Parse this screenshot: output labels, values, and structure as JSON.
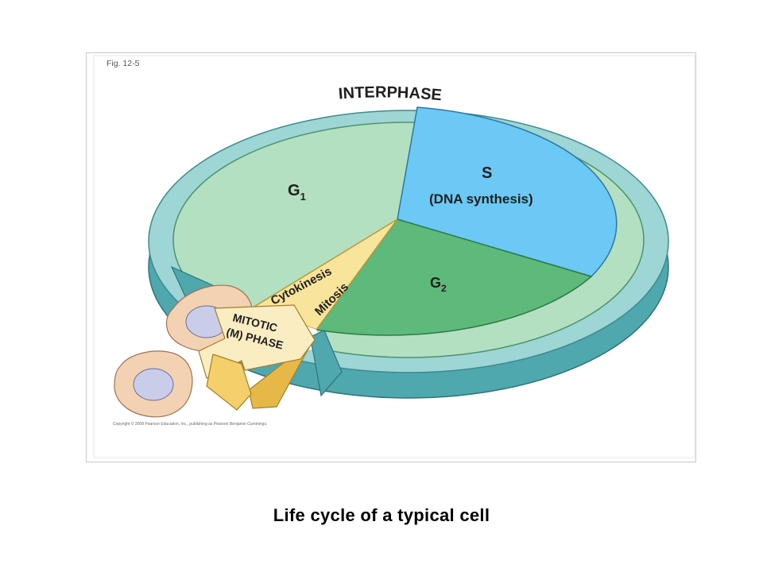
{
  "figure": {
    "fig_label": "Fig. 12-5",
    "copyright": "Copyright © 2008 Pearson Education, Inc., publishing as Pearson Benjamin Cummings.",
    "colors": {
      "ring_top": "#9dd6d4",
      "ring_side": "#4fa8ae",
      "g1": "#b3e0c0",
      "s_phase": "#6cc8f4",
      "g2": "#5dba7a",
      "mitotic": "#f8e49a",
      "arrow": "#f4cf6a",
      "cell_body": "#f2d2b2",
      "nucleus": "#c9cde9"
    },
    "phases": {
      "interphase": "INTERPHASE",
      "g1_main": "G",
      "g1_sub": "1",
      "s_main": "S",
      "s_detail": "(DNA synthesis)",
      "g2_main": "G",
      "g2_sub": "2",
      "cytokinesis": "Cytokinesis",
      "mitosis": "Mitosis",
      "mitotic_line1": "MITOTIC",
      "mitotic_line2": "(M) PHASE"
    }
  },
  "caption": "Life cycle of a typical cell"
}
